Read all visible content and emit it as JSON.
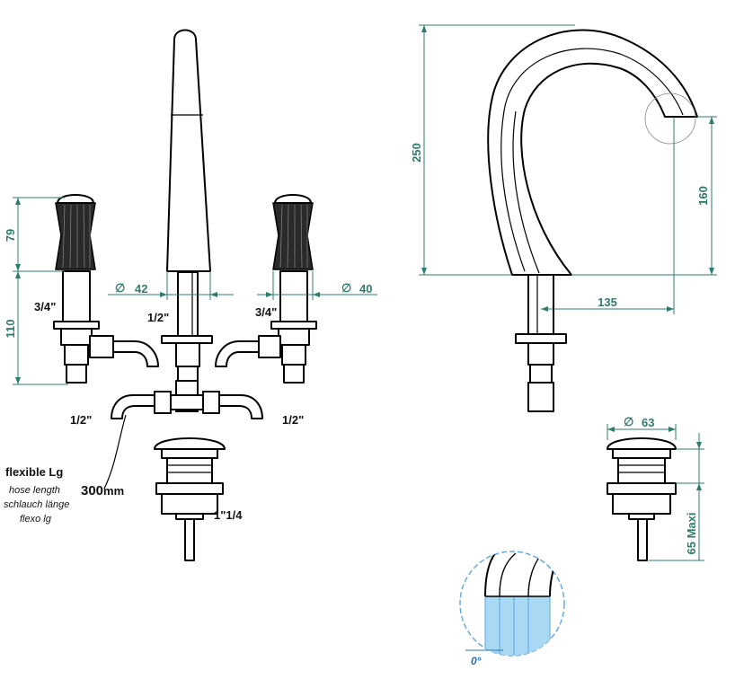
{
  "dimensions": {
    "handle_height": "79",
    "body_height": "110",
    "spout_diameter": "42",
    "handle_diameter": "40",
    "spout_height": "250",
    "outlet_height": "160",
    "spout_reach": "135",
    "drain_diameter": "63",
    "drain_depth": "65 Maxi"
  },
  "threads": {
    "left_valve": "3/4\"",
    "right_valve": "3/4\"",
    "spout_shank": "1/2\"",
    "left_outlet": "1/2\"",
    "right_outlet": "1/2\"",
    "drain_thread": "1\"1/4"
  },
  "hose": {
    "title": "flexible Lg",
    "line_en": "hose length",
    "line_de": "schlauch länge",
    "line_fr": "flexo lg",
    "length_value": "300",
    "length_unit": "mm"
  },
  "detail": {
    "angle": "0°"
  },
  "colors": {
    "dimension": "#2e7d6b",
    "detail_outline": "#5aa6e0",
    "detail_fill": "#a9d8f5"
  }
}
